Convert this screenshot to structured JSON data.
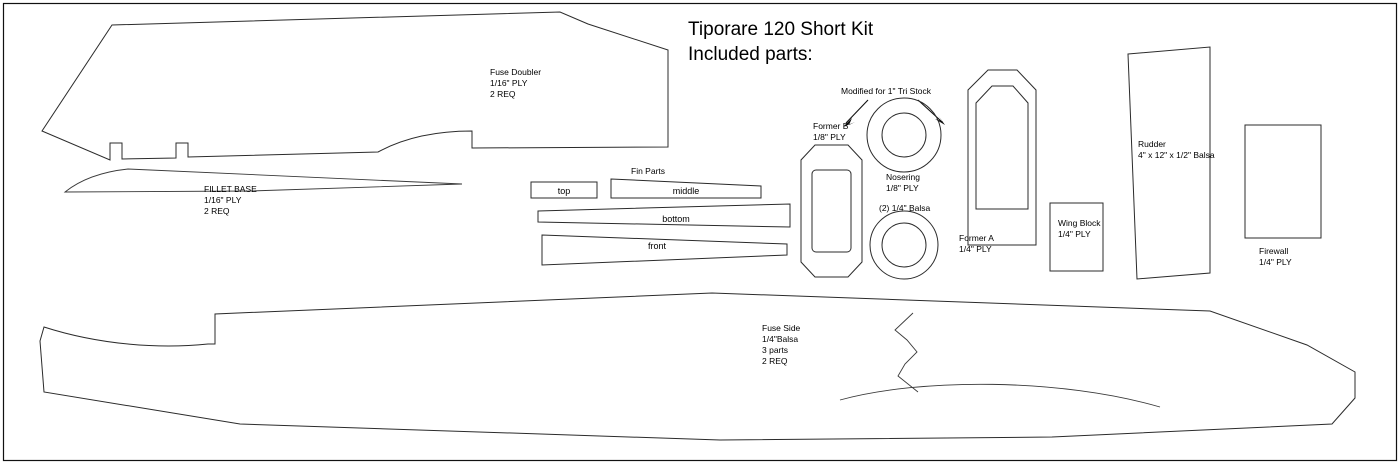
{
  "document": {
    "title_line1": "Tiporare 120 Short Kit",
    "title_line2": "Included parts:"
  },
  "parts": {
    "fuse_doubler": {
      "name": "Fuse Doubler",
      "material": "1/16\" PLY",
      "quantity": "2 REQ"
    },
    "fillet_base": {
      "name": "FILLET BASE",
      "material": "1/16\" PLY",
      "quantity": "2 REQ"
    },
    "fin_parts": {
      "group_label": "Fin Parts",
      "top": "top",
      "middle": "middle",
      "bottom": "bottom",
      "front": "front"
    },
    "former_b": {
      "name": "Former B",
      "material": "1/8\" PLY"
    },
    "former_a": {
      "name": "Former A",
      "material": "1/4\" PLY"
    },
    "nosering": {
      "name": "Nosering",
      "material": "1/8\" PLY"
    },
    "balsa_ring": {
      "name": "(2) 1/4\" Balsa"
    },
    "wing_block": {
      "name": "Wing Block",
      "material": "1/4\" PLY"
    },
    "rudder": {
      "name": "Rudder",
      "material": "4\" x 12\" x 1/2\" Balsa"
    },
    "firewall": {
      "name": "Firewall",
      "material": "1/4\" PLY"
    },
    "fuse_side": {
      "name": "Fuse Side",
      "material": "1/4\"Balsa",
      "parts": "3 parts",
      "quantity": "2 REQ"
    }
  },
  "annotations": {
    "tri_stock": "Modified for 1\" Tri Stock"
  },
  "colors": {
    "line": "#2b2b2b",
    "text": "#000000",
    "background": "#ffffff"
  }
}
